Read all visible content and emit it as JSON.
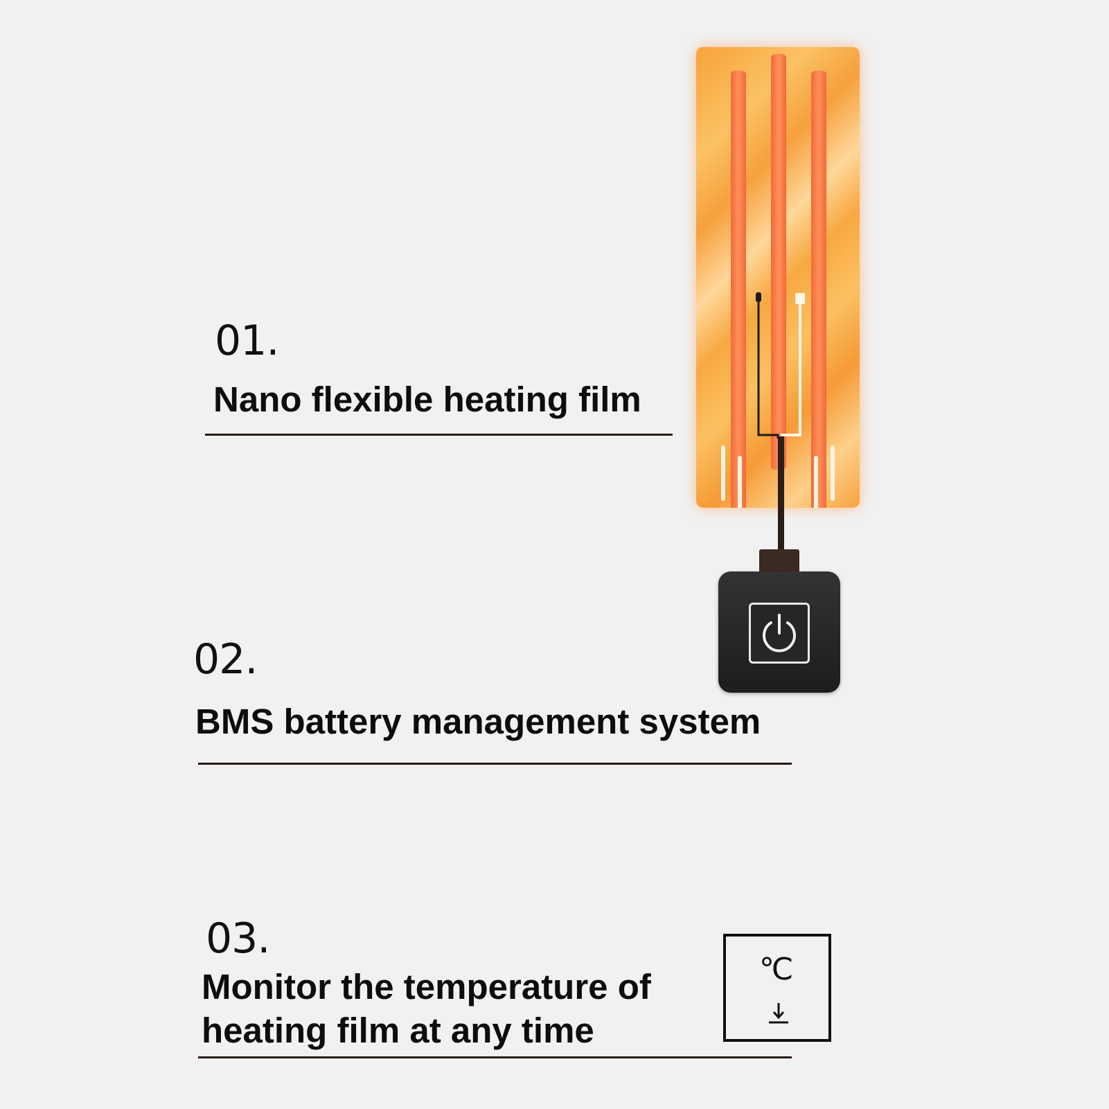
{
  "features": [
    {
      "number": "01.",
      "title": "Nano flexible heating film"
    },
    {
      "number": "02.",
      "title": "BMS battery management system"
    },
    {
      "number": "03.",
      "title_line1": "Monitor the temperature of",
      "title_line2": "heating film at any time"
    }
  ],
  "temperature_icon": {
    "label": "℃"
  },
  "colors": {
    "film_orange": "#f7a23a",
    "track_red": "#f06a38",
    "controller": "#1d1d1d",
    "rule": "#2a1a14"
  }
}
